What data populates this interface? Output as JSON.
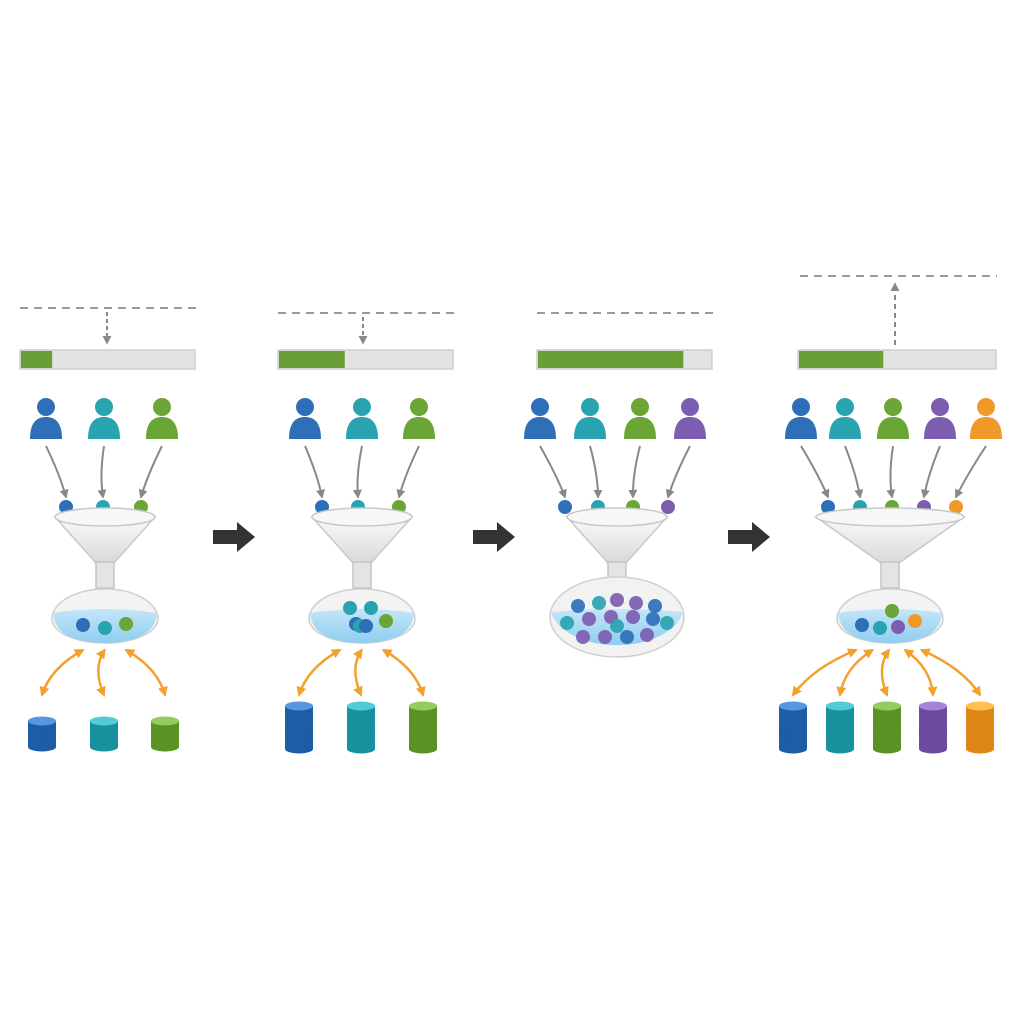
{
  "colors": {
    "blue": "#2f6fb8",
    "teal": "#2aa3b0",
    "green": "#6aa536",
    "purple": "#7d5db0",
    "orange": "#f0982a",
    "bar_fill": "#6a9e36",
    "bar_track": "#e3e3e3",
    "gray_arrow": "#888888",
    "exchange_arrow": "#f2a02e",
    "liquid": "#a9d8f3",
    "step_arrow": "#333333"
  },
  "panels": [
    {
      "id": "panel-1",
      "progress": 0.18,
      "threshold": "pressing-down",
      "users": [
        "blue",
        "teal",
        "green"
      ],
      "particles": [
        "blue",
        "teal",
        "green"
      ],
      "databases": [
        "blue",
        "teal",
        "green"
      ],
      "database_size": "small",
      "container": "normal"
    },
    {
      "id": "panel-2",
      "progress": 0.38,
      "threshold": "pressing-down",
      "users": [
        "blue",
        "teal",
        "green"
      ],
      "particles": [
        "teal",
        "teal",
        "blue",
        "teal",
        "blue",
        "green"
      ],
      "databases": [
        "blue",
        "teal",
        "green"
      ],
      "database_size": "large",
      "container": "normal"
    },
    {
      "id": "panel-3",
      "progress": 0.84,
      "threshold": "static",
      "users": [
        "blue",
        "teal",
        "green",
        "purple"
      ],
      "particles": [
        "blue",
        "teal",
        "purple",
        "purple",
        "blue",
        "teal",
        "purple",
        "purple",
        "purple",
        "blue",
        "teal",
        "purple",
        "purple",
        "blue",
        "purple",
        "teal"
      ],
      "databases": [],
      "database_size": "none",
      "container": "overfull"
    },
    {
      "id": "panel-4",
      "progress": 0.43,
      "threshold": "raised",
      "users": [
        "blue",
        "teal",
        "green",
        "purple",
        "orange"
      ],
      "particles": [
        "blue",
        "teal",
        "purple",
        "orange",
        "green"
      ],
      "databases": [
        "blue",
        "teal",
        "green",
        "purple",
        "orange"
      ],
      "database_size": "large",
      "container": "normal"
    }
  ],
  "step_arrows": 3
}
